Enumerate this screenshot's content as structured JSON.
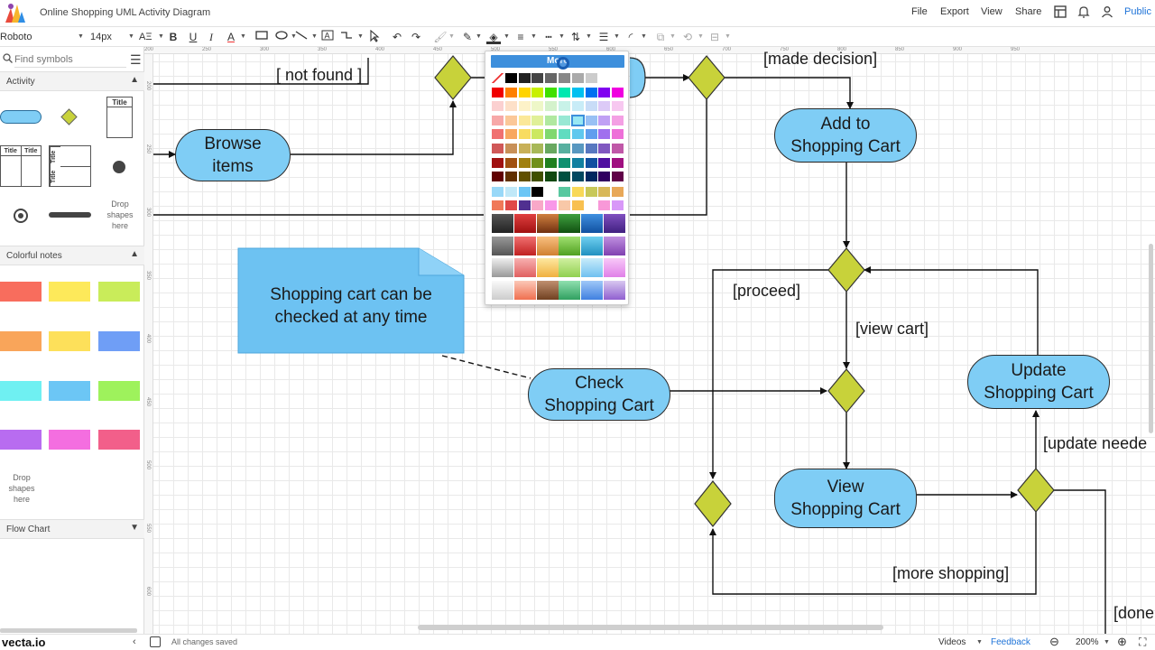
{
  "app": {
    "document_title": "Online Shopping UML Activity Diagram",
    "menu": [
      "File",
      "Export",
      "View",
      "Share"
    ],
    "public_label": "Public",
    "brand": "vecta.io",
    "status_text": "All changes saved"
  },
  "toolbar": {
    "font_family": "Roboto",
    "font_size": "14px",
    "text_size_icon": "AΞ"
  },
  "sidebar": {
    "search_placeholder": "Find symbols",
    "sections": {
      "activity": "Activity",
      "colorful_notes": "Colorful notes",
      "flow_chart": "Flow Chart"
    },
    "activity_shape_titles": [
      "Title",
      "Title",
      "Title",
      "Title",
      "Title"
    ],
    "drop_shapes_text": "Drop shapes here",
    "note_colors": [
      [
        "#f86d5d",
        "#fde95a",
        "#c9ec5a"
      ],
      [
        "#f9a55a",
        "#fde05a",
        "#6f9ef6"
      ],
      [
        "#6ff0f2",
        "#6cc6f5",
        "#9ef25c"
      ],
      [
        "#b86cf0",
        "#f46ee0",
        "#f25f8a"
      ]
    ]
  },
  "diagram": {
    "nodes": {
      "browse": "Browse\nitems",
      "add_to_cart": "Add to\nShopping Cart",
      "check_cart": "Check\nShopping Cart",
      "view_cart": "View\nShopping Cart",
      "update_cart": "Update\nShopping Cart"
    },
    "labels": {
      "not_found": "[ not found ]",
      "made_decision": "[made decision]",
      "proceed": "[proceed]",
      "view_cart": "[view cart]",
      "update_needed": "[update neede",
      "more_shopping": "[more shopping]",
      "done": "[done"
    },
    "note": "Shopping cart can be\nchecked at any time",
    "colors": {
      "node_fill": "#7fcdf5",
      "decision_fill": "#c8d23a",
      "note_fill": "#6dc2f2"
    }
  },
  "color_picker": {
    "more_label": "More"
  },
  "statusbar": {
    "videos_label": "Videos",
    "feedback_label": "Feedback",
    "zoom": "200%"
  },
  "rulers": {
    "top": [
      "200",
      "250",
      "300",
      "350",
      "400",
      "450",
      "500",
      "550",
      "600",
      "650",
      "700",
      "750",
      "800",
      "850",
      "900",
      "950"
    ],
    "left": [
      "200",
      "250",
      "300",
      "350",
      "400",
      "450",
      "500",
      "550",
      "600"
    ]
  }
}
